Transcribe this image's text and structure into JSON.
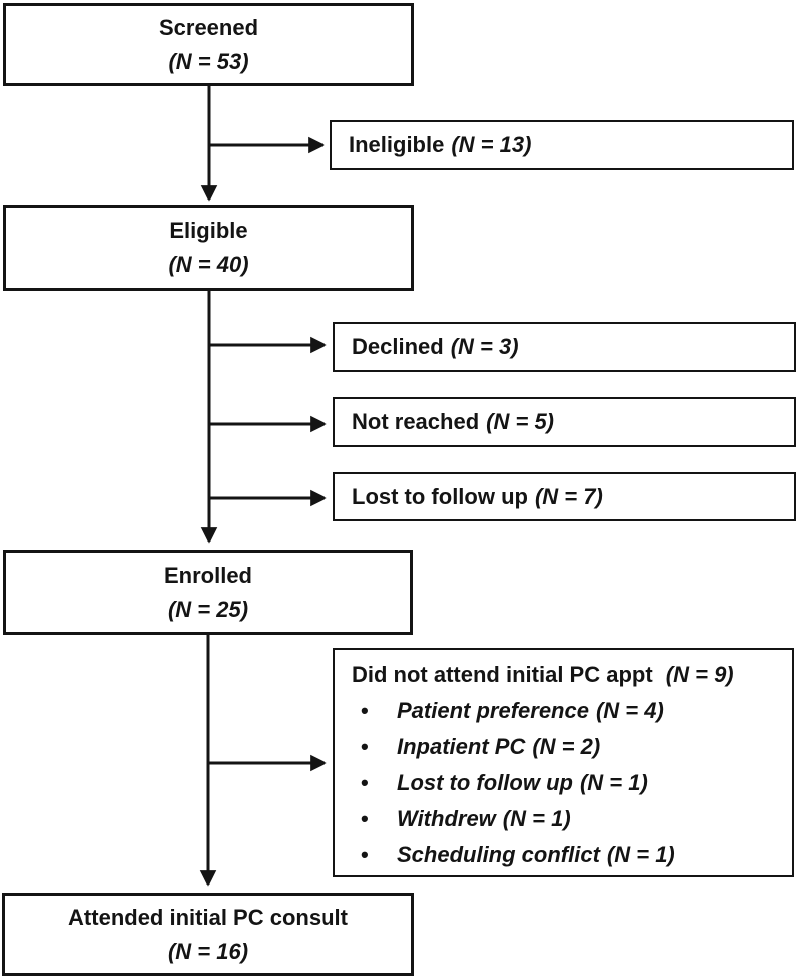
{
  "diagram": {
    "colors": {
      "background": "#ffffff",
      "line": "#141414",
      "text": "#141414"
    },
    "main_boxes": [
      {
        "label": "Screened",
        "n": "(N = 53)"
      },
      {
        "label": "Eligible",
        "n": "(N = 40)"
      },
      {
        "label": "Enrolled",
        "n": "(N = 25)"
      },
      {
        "label": "Attended initial PC consult",
        "n": "(N = 16)"
      }
    ],
    "side_boxes": [
      {
        "label": "Ineligible",
        "n": "(N = 13)"
      },
      {
        "label": "Declined",
        "n": "(N = 3)"
      },
      {
        "label": "Not reached",
        "n": "(N = 5)"
      },
      {
        "label": "Lost to follow up",
        "n": "(N = 7)"
      }
    ],
    "dropout_box": {
      "header": {
        "label": "Did not attend initial PC appt",
        "n": "(N = 9)"
      },
      "bullet_glyph": "•",
      "bullets": [
        {
          "label": "Patient preference",
          "n": "(N = 4)"
        },
        {
          "label": "Inpatient PC",
          "n": "(N = 2)"
        },
        {
          "label": "Lost to follow up",
          "n": "(N = 1)"
        },
        {
          "label": "Withdrew",
          "n": "(N = 1)"
        },
        {
          "label": "Scheduling conflict",
          "n": "(N = 1)"
        }
      ]
    }
  }
}
